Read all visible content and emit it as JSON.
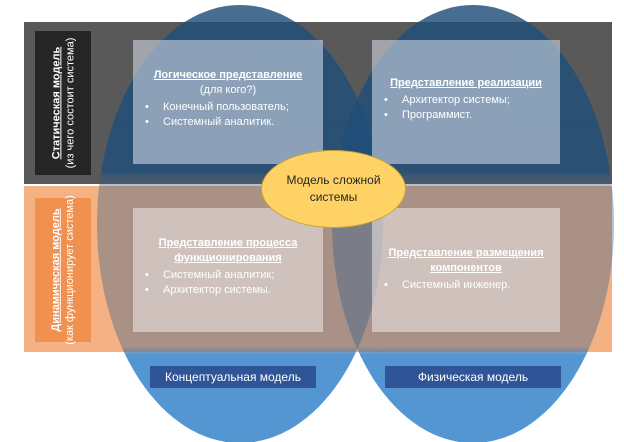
{
  "static_model": {
    "label": "Статическая модель",
    "sublabel": "(из чего состоит система)"
  },
  "dynamic_model": {
    "label": "Динамическая модель",
    "sublabel": "(как функционирует система)"
  },
  "center": {
    "text": "Модель сложной системы"
  },
  "views": {
    "logical": {
      "title": "Логическое представление",
      "subtitle": "(для кого?)",
      "items": [
        "Конечный пользователь;",
        "Системный аналитик."
      ]
    },
    "implementation": {
      "title": "Представление реализации",
      "items": [
        "Архитектор системы;",
        "Программист."
      ]
    },
    "process": {
      "title": "Представление процесса функционирования",
      "items": [
        "Системный аналитик;",
        "Архитектор системы."
      ]
    },
    "deployment": {
      "title": "Представление размещения компонентов",
      "items": [
        "Системный инженер."
      ]
    }
  },
  "conceptual_model": {
    "label": "Концептуальная модель"
  },
  "physical_model": {
    "label": "Физическая модель"
  },
  "colors": {
    "static_band": "#595959",
    "dynamic_band": "#f4b183",
    "static_label_bg": "#262626",
    "dynamic_label_bg": "#f0914f",
    "oval_top": "#1f4e79",
    "oval_bottom": "#4a90d0",
    "center_fill": "#ffd266",
    "model_label_bg": "#2f5597"
  }
}
